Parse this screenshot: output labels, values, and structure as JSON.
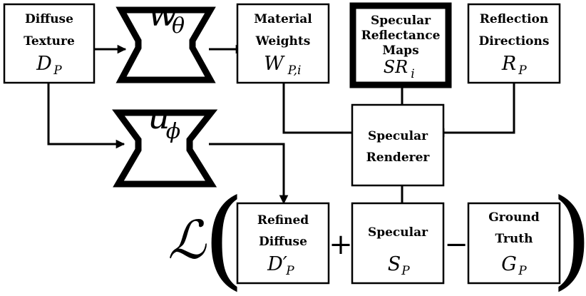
{
  "boxes": {
    "diffuse_texture": {
      "line1": "Diffuse",
      "line2": "Texture",
      "symbol": "D",
      "subscript": "P"
    },
    "material_weights": {
      "line1": "Material",
      "line2": "Weights",
      "symbol": "W",
      "subscript": "P,i"
    },
    "specular_reflectance_maps": {
      "line1": "Specular",
      "line2": "Reflectance",
      "line3": "Maps",
      "symbol": "SR",
      "subscript": "i"
    },
    "reflection_directions": {
      "line1": "Reflection",
      "line2": "Directions",
      "symbol": "R",
      "subscript": "P"
    },
    "specular_renderer": {
      "line1": "Specular",
      "line2": "Renderer"
    },
    "refined_diffuse": {
      "line1": "Refined",
      "line2": "Diffuse",
      "symbol": "D′",
      "subscript": "P"
    },
    "specular": {
      "line1": "Specular",
      "symbol": "S",
      "subscript": "P"
    },
    "ground_truth": {
      "line1": "Ground",
      "line2": "Truth",
      "symbol": "G",
      "subscript": "P"
    }
  },
  "networks": {
    "weights_net": {
      "symbol": "w",
      "subscript": "θ"
    },
    "refine_net": {
      "symbol": "u",
      "subscript": "ϕ"
    }
  },
  "loss": {
    "symbol": "ℒ",
    "open_paren": "(",
    "close_paren": ")",
    "plus": "+",
    "minus": "−"
  }
}
